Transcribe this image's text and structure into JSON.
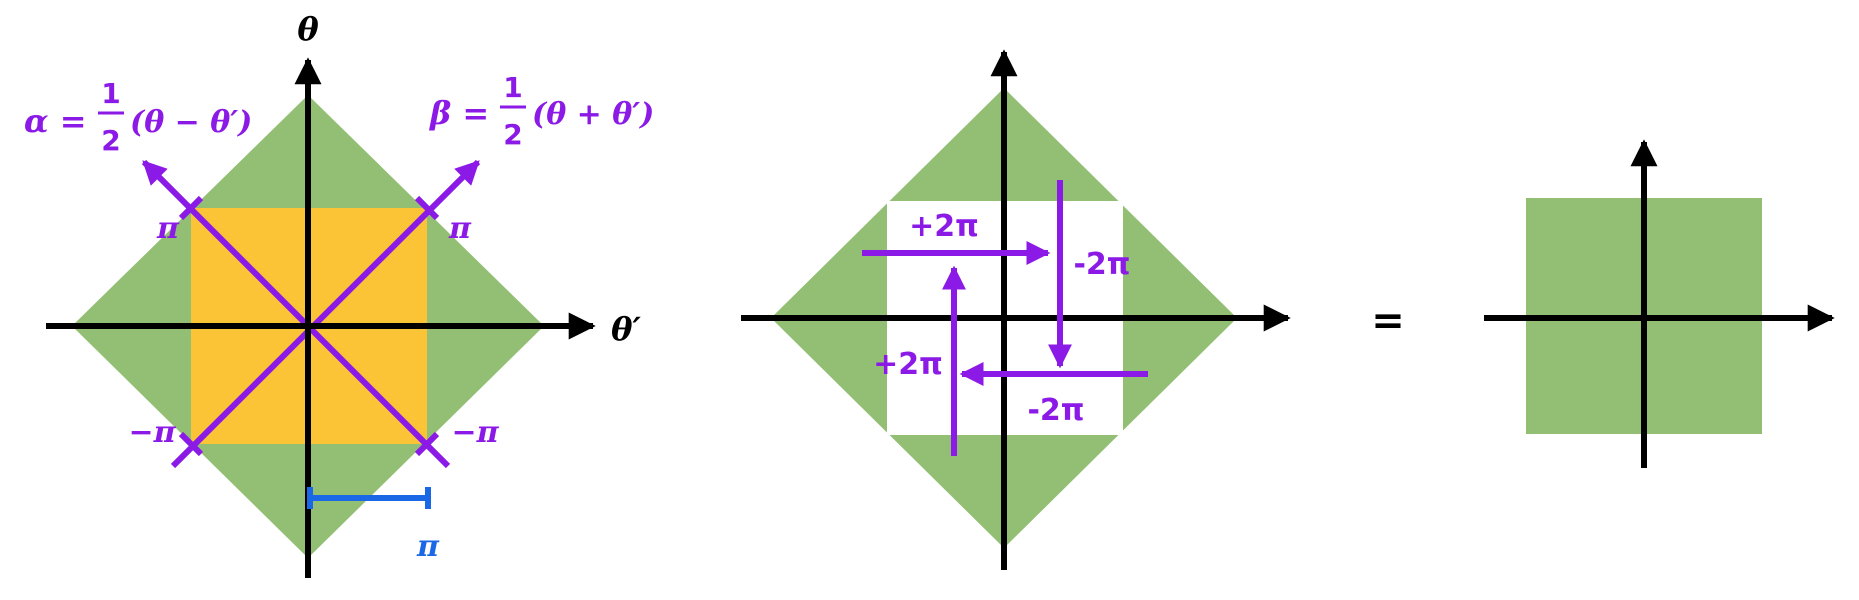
{
  "colors": {
    "green": "#93bf74",
    "orange": "#fbc436",
    "purple": "#8c1ae6",
    "blue": "#1b68e6",
    "black": "#000000"
  },
  "left_panel": {
    "axis_theta": "θ",
    "axis_theta_prime": "θ′",
    "alpha_lhs": "α =",
    "alpha_num": "1",
    "alpha_den": "2",
    "alpha_paren": "(θ − θ′)",
    "beta_lhs": "β =",
    "beta_num": "1",
    "beta_den": "2",
    "beta_paren": "(θ + θ′)",
    "pi_top_left": "π",
    "pi_top_right": "π",
    "neg_pi_bottom_left": "−π",
    "neg_pi_bottom_right": "−π",
    "scale_label": "π"
  },
  "middle_panel": {
    "top_arrow_label": "+2π",
    "right_arrow_label": "-2π",
    "left_arrow_label": "+2π",
    "bottom_arrow_label": "-2π"
  },
  "equals_sign": "="
}
